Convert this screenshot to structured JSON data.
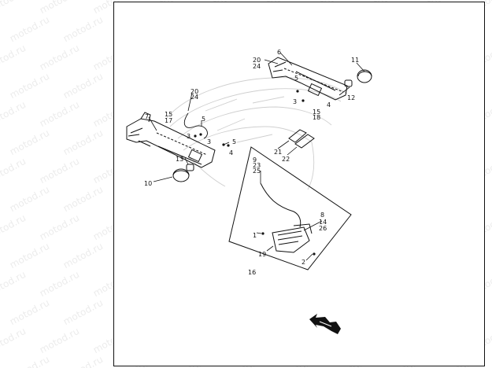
{
  "watermark": {
    "text": "motod.ru"
  },
  "callouts": {
    "c1": "1",
    "c2": "2",
    "c3a": "3",
    "c3b": "3",
    "c3c": "3",
    "c4a": "4",
    "c4b": "4",
    "c5a": "5",
    "c5b": "5",
    "c5c": "5",
    "c6": "6",
    "c7": "7",
    "c8": "8",
    "c9": "9",
    "c10": "10",
    "c11": "11",
    "c12": "12",
    "c13": "13",
    "c14": "14",
    "c15a": "15",
    "c15b": "15",
    "c16": "16",
    "c17": "17",
    "c18": "18",
    "c19": "19",
    "c20a": "20",
    "c20b": "20",
    "c21": "21",
    "c22": "22",
    "c23": "23",
    "c24a": "24",
    "c24b": "24",
    "c25": "25",
    "c26": "26"
  },
  "colors": {
    "line": "#111111",
    "fender": "#cfcfcf",
    "watermark": "#ececec"
  },
  "icons": {
    "front_arrow": "direction-arrow-icon"
  }
}
